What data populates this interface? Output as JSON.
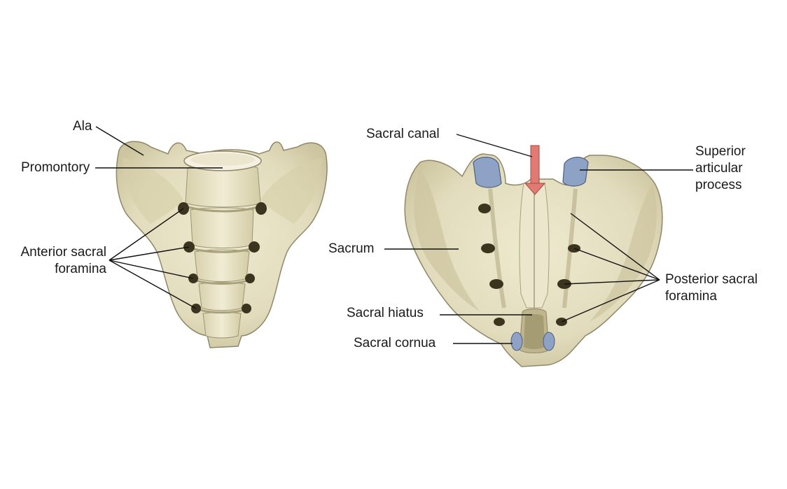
{
  "labels": {
    "ala": "Ala",
    "promontory": "Promontory",
    "anterior_foramina_line1": "Anterior sacral",
    "anterior_foramina_line2": "foramina",
    "sacral_canal": "Sacral canal",
    "superior_articular_line1": "Superior",
    "superior_articular_line2": "articular",
    "superior_articular_line3": "process",
    "sacrum": "Sacrum",
    "posterior_foramina_line1": "Posterior sacral",
    "posterior_foramina_line2": "foramina",
    "sacral_hiatus": "Sacral hiatus",
    "sacral_cornua": "Sacral cornua"
  },
  "colors": {
    "bone": "#e6e1c3",
    "bone_shadow": "#c9c29c",
    "bone_outline": "#8f876a",
    "foramen": "#3b3520",
    "articular_facet": "#8da2c4",
    "canal_arrow": "#e07a72",
    "leader_line": "#111111"
  }
}
